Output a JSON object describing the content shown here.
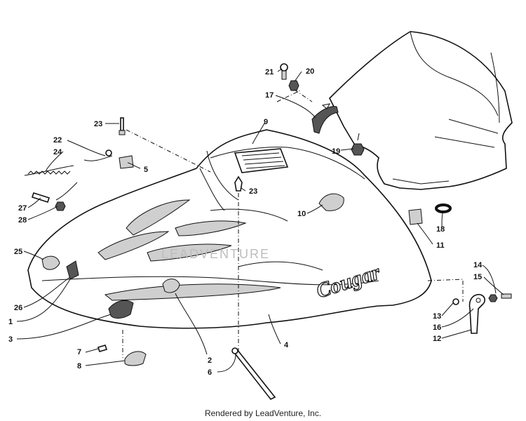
{
  "diagram": {
    "callouts": {
      "c1": "1",
      "c2": "2",
      "c3": "3",
      "c4": "4",
      "c5": "5",
      "c6": "6",
      "c7": "7",
      "c8": "8",
      "c9": "9",
      "c10": "10",
      "c11": "11",
      "c12": "12",
      "c13": "13",
      "c14": "14",
      "c15": "15",
      "c16": "16",
      "c17": "17",
      "c18": "18",
      "c19": "19",
      "c20": "20",
      "c21": "21",
      "c22": "22",
      "c23a": "23",
      "c23b": "23",
      "c24": "24",
      "c25": "25",
      "c26": "26",
      "c27": "27",
      "c28": "28"
    },
    "hood_logo": "Cougar",
    "watermark": "LEADVENTURE"
  },
  "footer": {
    "text": "Rendered by LeadVenture, Inc."
  }
}
